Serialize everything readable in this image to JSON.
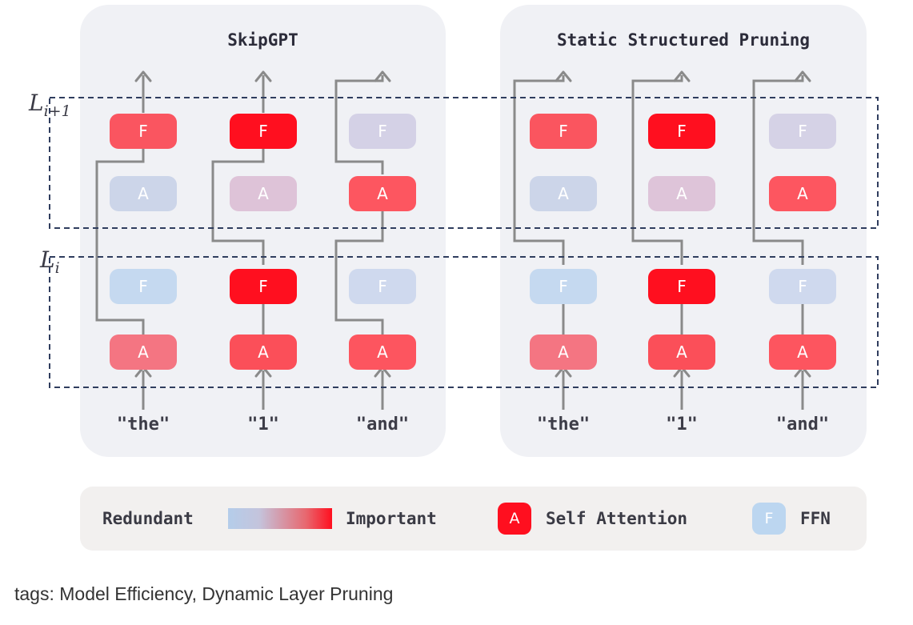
{
  "panels": {
    "left": {
      "title": "SkipGPT",
      "tokens": [
        "\"the\"",
        "\"1\"",
        "\"and\""
      ],
      "blocks": [
        {
          "label": "F",
          "color": "#fa5560"
        },
        {
          "label": "F",
          "color": "#ff0f1f"
        },
        {
          "label": "F",
          "color": "#d4d1e6"
        },
        {
          "label": "A",
          "color": "#ccd5e9"
        },
        {
          "label": "A",
          "color": "#dec3d8"
        },
        {
          "label": "A",
          "color": "#fd5660"
        },
        {
          "label": "F",
          "color": "#c5d9f0"
        },
        {
          "label": "F",
          "color": "#ff0f1f"
        },
        {
          "label": "F",
          "color": "#cfd9ee"
        },
        {
          "label": "A",
          "color": "#f47582"
        },
        {
          "label": "A",
          "color": "#fb4f59"
        },
        {
          "label": "A",
          "color": "#fd555f"
        }
      ]
    },
    "right": {
      "title": "Static Structured Pruning",
      "tokens": [
        "\"the\"",
        "\"1\"",
        "\"and\""
      ],
      "blocks": [
        {
          "label": "F",
          "color": "#fa555f"
        },
        {
          "label": "F",
          "color": "#ff0f1f"
        },
        {
          "label": "F",
          "color": "#d5d2e6"
        },
        {
          "label": "A",
          "color": "#ccd5e9"
        },
        {
          "label": "A",
          "color": "#dec4d9"
        },
        {
          "label": "A",
          "color": "#fd5660"
        },
        {
          "label": "F",
          "color": "#c5d9f0"
        },
        {
          "label": "F",
          "color": "#ff0f1f"
        },
        {
          "label": "F",
          "color": "#cfd9ee"
        },
        {
          "label": "A",
          "color": "#f47582"
        },
        {
          "label": "A",
          "color": "#fb4f59"
        },
        {
          "label": "A",
          "color": "#fd555f"
        }
      ]
    }
  },
  "layer_labels": {
    "upper": {
      "base": "L",
      "sub": "i+1"
    },
    "lower": {
      "base": "L",
      "sub": "i"
    }
  },
  "legend": {
    "redundant": "Redundant",
    "important": "Important",
    "attention_icon": "A",
    "attention_label": "Self Attention",
    "ffn_icon": "F",
    "ffn_label": "FFN",
    "colors": {
      "redundant": "#b4cdea",
      "important": "#ff0f1f",
      "attention": "#ff0f1f",
      "ffn": "#bcd6f0"
    }
  },
  "tags": "tags: Model Efficiency, Dynamic Layer Pruning"
}
